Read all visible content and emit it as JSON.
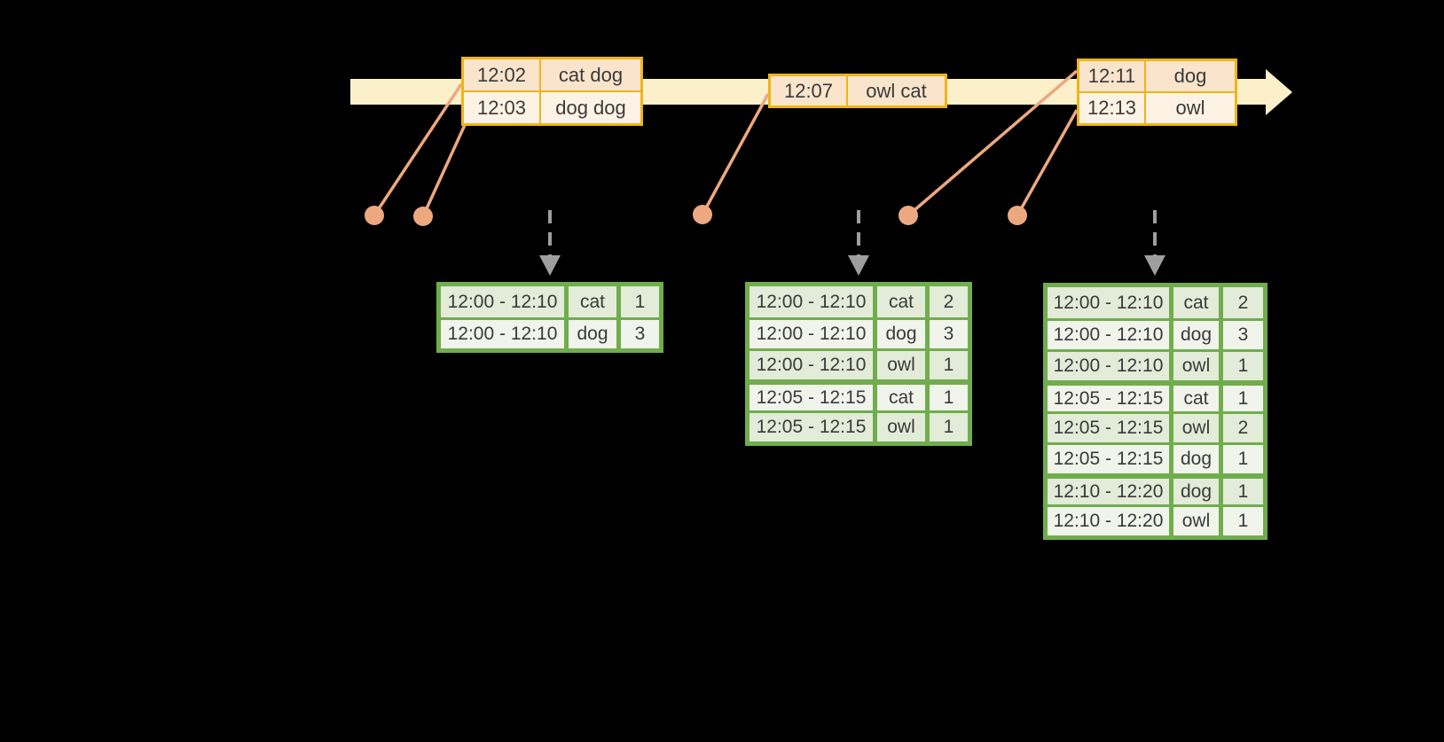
{
  "colors": {
    "timeline_fill": "#fcf0cb",
    "event_border": "#f0b418",
    "event_row_dark": "#fae4cb",
    "event_row_light": "#fdf3e4",
    "connector": "#eda87f",
    "trigger": "#9e9e9e",
    "table_border": "#70ad4c",
    "table_row_dark": "#e3ebd9",
    "table_row_light": "#f0f4eb",
    "text": "#3a3a3a",
    "background": "#000000"
  },
  "timeline": {
    "events": [
      {
        "rows": [
          {
            "time": "12:02",
            "words": "cat dog"
          },
          {
            "time": "12:03",
            "words": "dog dog"
          }
        ]
      },
      {
        "rows": [
          {
            "time": "12:07",
            "words": "owl cat"
          }
        ]
      },
      {
        "rows": [
          {
            "time": "12:11",
            "words": "dog"
          },
          {
            "time": "12:13",
            "words": "owl"
          }
        ]
      }
    ]
  },
  "result_tables": [
    {
      "rows": [
        [
          "12:00 - 12:10",
          "cat",
          "1"
        ],
        [
          "12:00 - 12:10",
          "dog",
          "3"
        ]
      ]
    },
    {
      "rows": [
        [
          "12:00 - 12:10",
          "cat",
          "2"
        ],
        [
          "12:00 - 12:10",
          "dog",
          "3"
        ],
        [
          "12:00 - 12:10",
          "owl",
          "1"
        ],
        [
          "12:05 - 12:15",
          "cat",
          "1"
        ],
        [
          "12:05 - 12:15",
          "owl",
          "1"
        ]
      ]
    },
    {
      "rows": [
        [
          "12:00 - 12:10",
          "cat",
          "2"
        ],
        [
          "12:00 - 12:10",
          "dog",
          "3"
        ],
        [
          "12:00 - 12:10",
          "owl",
          "1"
        ],
        [
          "12:05 - 12:15",
          "cat",
          "1"
        ],
        [
          "12:05 - 12:15",
          "owl",
          "2"
        ],
        [
          "12:05 - 12:15",
          "dog",
          "1"
        ],
        [
          "12:10 - 12:20",
          "dog",
          "1"
        ],
        [
          "12:10 - 12:20",
          "owl",
          "1"
        ]
      ]
    }
  ]
}
